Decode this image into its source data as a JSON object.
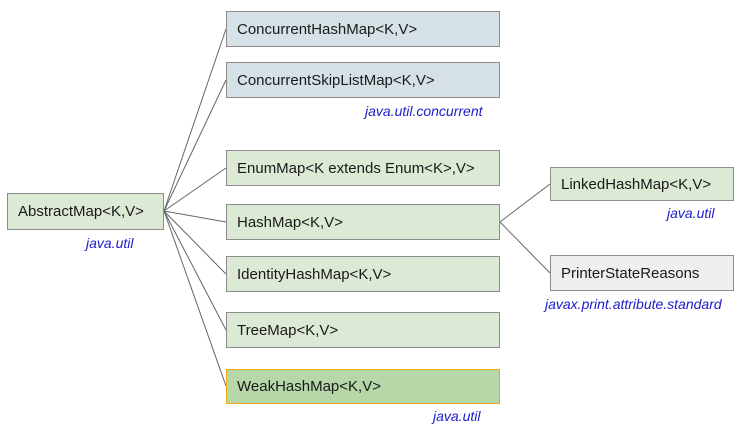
{
  "nodes": {
    "abstract_map": "AbstractMap<K,V>",
    "concurrent_hash_map": "ConcurrentHashMap<K,V>",
    "concurrent_skip_list_map": "ConcurrentSkipListMap<K,V>",
    "enum_map": "EnumMap<K extends Enum<K>,V>",
    "hash_map": "HashMap<K,V>",
    "identity_hash_map": "IdentityHashMap<K,V>",
    "tree_map": "TreeMap<K,V>",
    "weak_hash_map": "WeakHashMap<K,V>",
    "linked_hash_map": "LinkedHashMap<K,V>",
    "printer_state_reasons": "PrinterStateReasons"
  },
  "packages": {
    "abstract_map_pkg": "java.util",
    "concurrent_pkg": "java.util.concurrent",
    "linked_hash_map_pkg": "java.util",
    "printer_state_reasons_pkg": "javax.print.attribute.standard",
    "weak_hash_map_pkg": "java.util"
  },
  "colors": {
    "concurrent_fill": "#d5e1e6",
    "java_util_fill": "#dce9d4",
    "highlight_fill": "#b6d7a8",
    "highlight_border": "#f1a71a",
    "other_fill": "#efefef",
    "package_text": "#1c1cc8",
    "edge": "#666666"
  },
  "edges": [
    [
      "abstract_map",
      "concurrent_hash_map"
    ],
    [
      "abstract_map",
      "concurrent_skip_list_map"
    ],
    [
      "abstract_map",
      "enum_map"
    ],
    [
      "abstract_map",
      "hash_map"
    ],
    [
      "abstract_map",
      "identity_hash_map"
    ],
    [
      "abstract_map",
      "tree_map"
    ],
    [
      "abstract_map",
      "weak_hash_map"
    ],
    [
      "hash_map",
      "linked_hash_map"
    ],
    [
      "hash_map",
      "printer_state_reasons"
    ]
  ]
}
